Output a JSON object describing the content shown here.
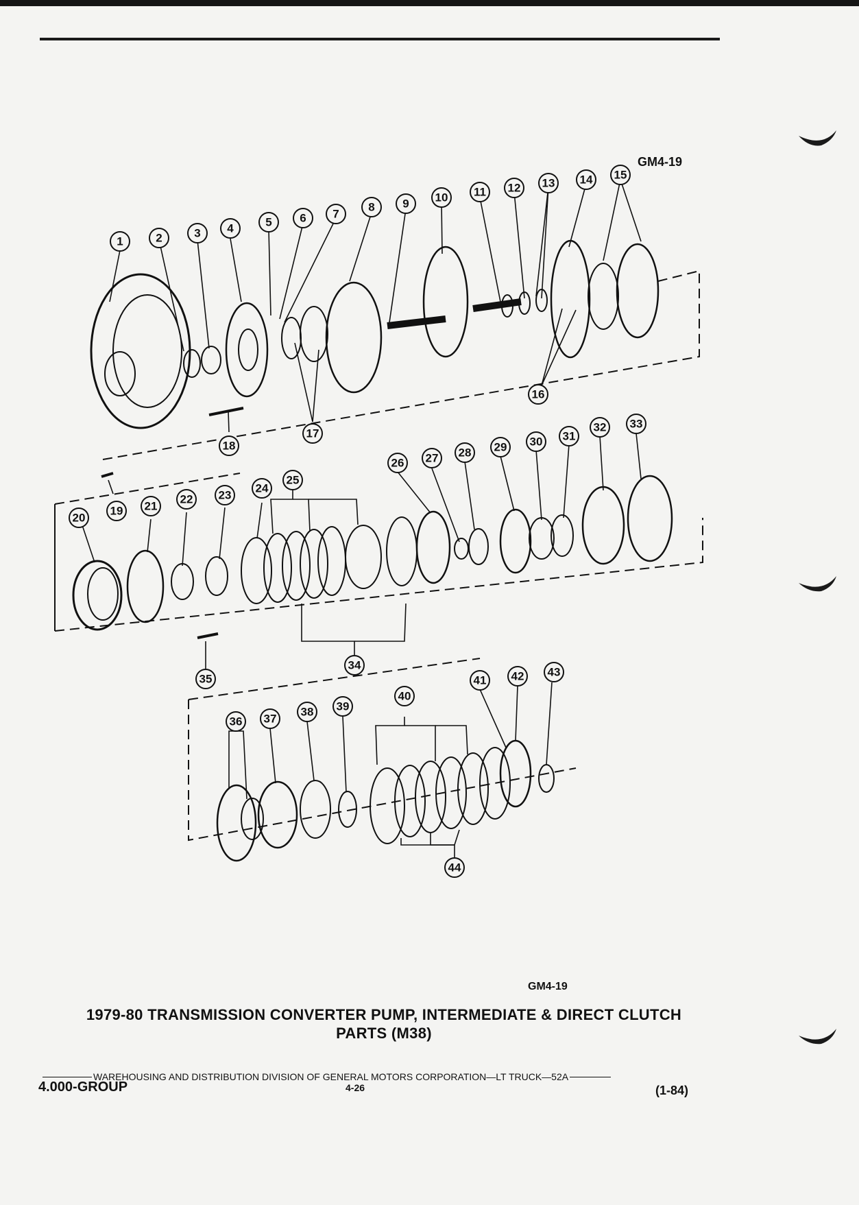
{
  "figure": {
    "code_top": "GM4-19",
    "code_bottom": "GM4-19",
    "caption_line1": "1979-80 TRANSMISSION CONVERTER PUMP, INTERMEDIATE & DIRECT CLUTCH",
    "caption_line2": "PARTS (M38)"
  },
  "footer": {
    "publisher": "WAREHOUSING AND DISTRIBUTION  DIVISION OF GENERAL MOTORS CORPORATION—LT TRUCK—52A",
    "group": "4.000-GROUP",
    "page": "4-26",
    "date": "(1-84)"
  },
  "callouts": [
    "1",
    "2",
    "3",
    "4",
    "5",
    "6",
    "7",
    "8",
    "9",
    "10",
    "11",
    "12",
    "13",
    "14",
    "15",
    "16",
    "17",
    "18",
    "19",
    "20",
    "21",
    "22",
    "23",
    "24",
    "25",
    "26",
    "27",
    "28",
    "29",
    "30",
    "31",
    "32",
    "33",
    "34",
    "35",
    "36",
    "37",
    "38",
    "39",
    "40",
    "41",
    "42",
    "43",
    "44"
  ]
}
